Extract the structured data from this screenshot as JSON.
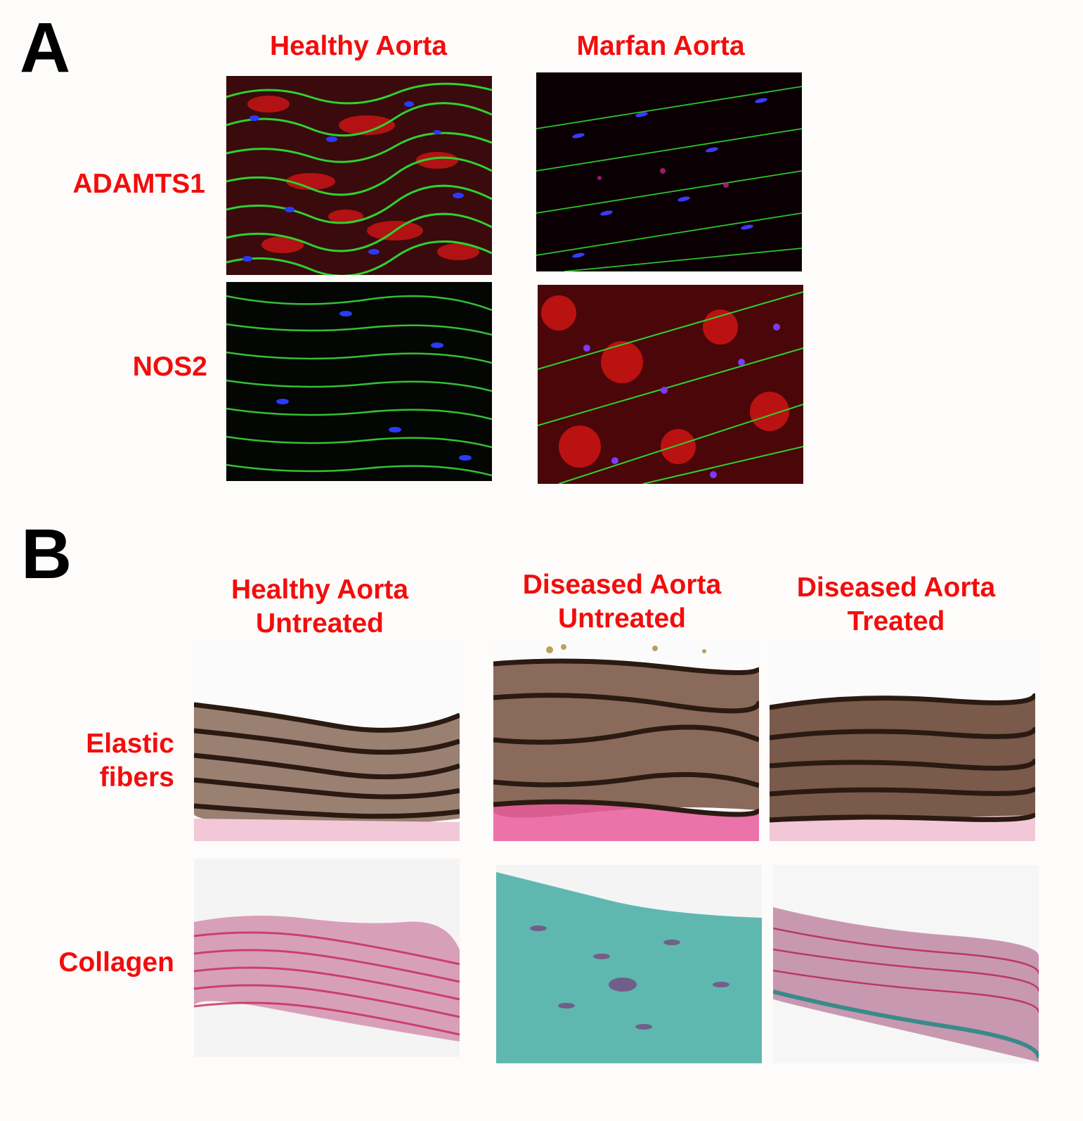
{
  "panel_a": {
    "letter": "A",
    "columns": [
      "Healthy Aorta",
      "Marfan Aorta"
    ],
    "rows": [
      "ADAMTS1",
      "NOS2"
    ],
    "images": [
      {
        "name": "healthy-adamts1-micrograph",
        "stain": "fluorescence",
        "red": "high",
        "green": "wavy fibers",
        "blue": "nuclei"
      },
      {
        "name": "marfan-adamts1-micrograph",
        "stain": "fluorescence",
        "red": "low",
        "green": "sparse fibers",
        "blue": "nuclei"
      },
      {
        "name": "healthy-nos2-micrograph",
        "stain": "fluorescence",
        "red": "none",
        "green": "dense fibers",
        "blue": "nuclei"
      },
      {
        "name": "marfan-nos2-micrograph",
        "stain": "fluorescence",
        "red": "high",
        "green": "fragmented fibers",
        "blue": "nuclei"
      }
    ]
  },
  "panel_b": {
    "letter": "B",
    "columns": [
      "Healthy Aorta\nUntreated",
      "Diseased Aorta\nUntreated",
      "Diseased Aorta\nTreated"
    ],
    "rows": [
      "Elastic\nfibers",
      "Collagen"
    ],
    "colors": {
      "label_red": "#f20d0d",
      "elastic_band": "#2a1a12",
      "elastic_tissue": "#8a6a5a",
      "adventitia_pink": "#e85a9a",
      "collagen_red": "#c8285a",
      "collagen_teal": "#5fb8b0"
    }
  }
}
